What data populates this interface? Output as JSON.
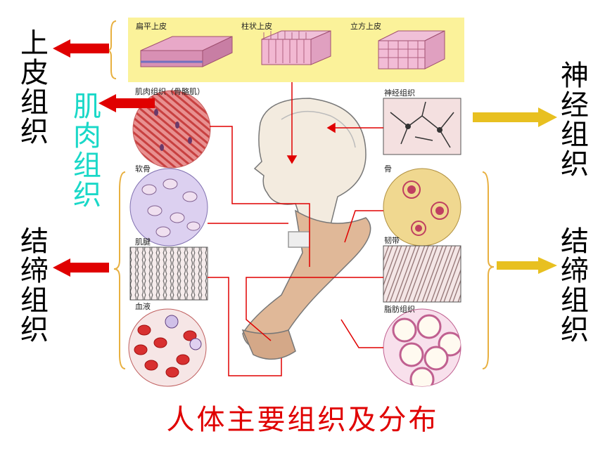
{
  "side_labels": {
    "epithelial": "上皮组织",
    "muscle": "肌肉组织",
    "connective_left": "结缔组织",
    "nervous": "神经组织",
    "connective_right": "结缔组织"
  },
  "epithelium_types": {
    "squamous": "扁平上皮",
    "columnar": "柱状上皮",
    "cuboidal": "立方上皮"
  },
  "tissue_labels": {
    "muscle": "肌肉组织（骨骼肌）",
    "cartilage": "软骨",
    "tendon": "肌腱",
    "blood": "血液",
    "nerve": "神经组织",
    "bone": "骨",
    "ligament": "韧带",
    "fat": "脂肪组织"
  },
  "title": "人体主要组织及分布",
  "colors": {
    "epithelial_text": "#000000",
    "muscle_text": "#1ad8c8",
    "title": "#e00000",
    "red_arrow": "#e00000",
    "yellow_arrow": "#e8c020",
    "panel_bg": "#fbf29a"
  }
}
